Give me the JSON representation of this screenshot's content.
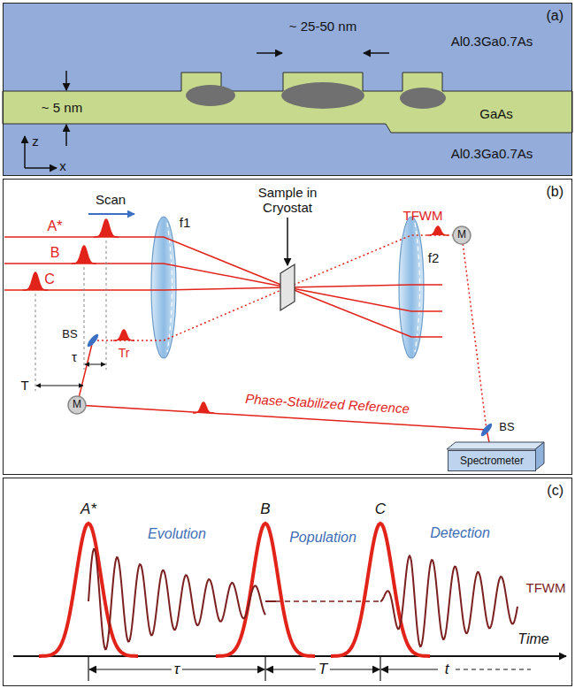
{
  "diagram": {
    "nodes": [
      {
        "text": [
          "(a)"
        ]
      },
      {
        "text": [
          "Al0.3Ga0.7As"
        ],
        "in": 0
      },
      {
        "text": [
          "GaAs"
        ],
        "in": 0
      },
      {
        "text": [
          "Al0.3Ga0.7As"
        ],
        "in": 0
      },
      {
        "text": [
          "(b)"
        ]
      },
      {
        "text": [
          "Spectrometer"
        ],
        "in": 4
      },
      {
        "text": [
          "(c)"
        ]
      }
    ],
    "labels": [
      "~ 25-50 nm",
      "~ 5 nm",
      "z",
      "x",
      "A*",
      "Scan",
      "B",
      "C",
      "τ",
      "T",
      "BS",
      "Tr",
      "M",
      "f1",
      "Sample in Cryostat",
      "f2",
      "TFWM",
      "M",
      "Phase-Stabilized Reference",
      "BS",
      "A*",
      "Evolution",
      "B",
      "Population",
      "C",
      "Detection",
      "TFWM",
      "Time",
      "τ",
      "T",
      "t"
    ]
  }
}
